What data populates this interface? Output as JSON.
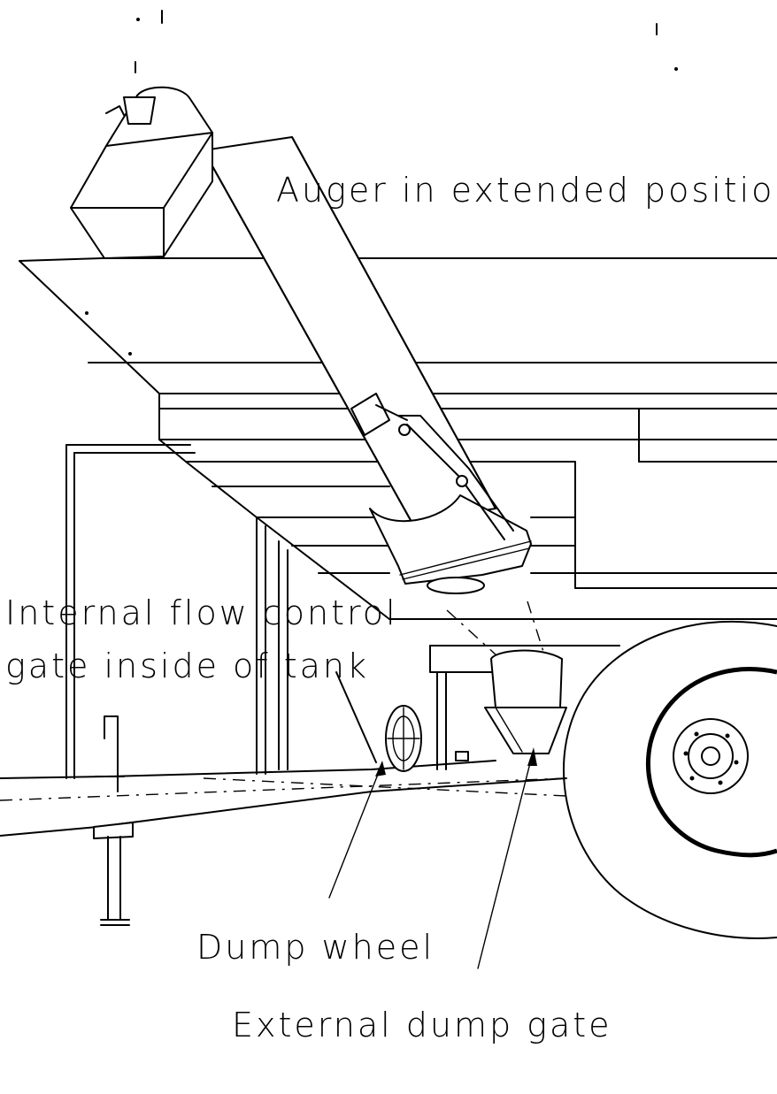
{
  "labels": {
    "auger": "Auger in extended position",
    "flow_gate_line1": "Internal flow control",
    "flow_gate_line2": "gate inside of tank",
    "dump_wheel": "Dump wheel",
    "external_gate": "External dump gate"
  },
  "colors": {
    "line": "#000000",
    "background": "#ffffff"
  }
}
